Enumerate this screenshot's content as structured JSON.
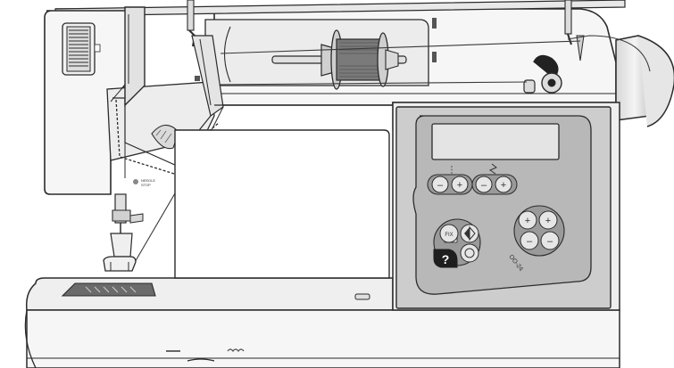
{
  "illustration": {
    "subject": "sewing-machine-line-drawing",
    "colors": {
      "outline": "#2b2b2b",
      "body": "#f4f4f4",
      "shade": "#dcdcdc",
      "panel": "#c9c9c9",
      "panel_dark": "#a9a9a9",
      "lcd": "#e3e3e3",
      "button": "#e6e6e6",
      "help_button": "#1e1e1e",
      "thread": "#3a3a3a"
    }
  },
  "control_panel": {
    "stitch_width_minus": "–",
    "stitch_width_plus": "+",
    "stitch_length_minus": "–",
    "stitch_length_plus": "+",
    "fix_label": "FIX",
    "help_symbol": "?",
    "arrow_up": "+",
    "arrow_down": "–",
    "arrow_left": "–",
    "arrow_right": "+",
    "model_text": "OO-24"
  },
  "left_panel": {
    "presser_label_line1": "NEEDLE",
    "presser_label_line2": "STOP"
  }
}
